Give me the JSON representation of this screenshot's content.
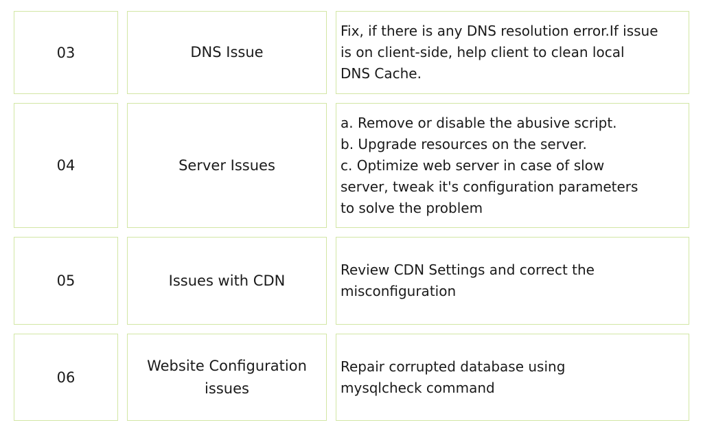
{
  "rows": [
    {
      "number": "03",
      "issue": "DNS Issue",
      "fix": [
        "Fix, if there is any DNS resolution error.If issue",
        "is on client-side, help client to clean local",
        "DNS Cache."
      ]
    },
    {
      "number": "04",
      "issue": "Server Issues",
      "fix": [
        "a. Remove or disable the abusive script.",
        "b. Upgrade resources on the server.",
        "c. Optimize web server in case of slow",
        "server, tweak it's configuration parameters",
        "to solve the problem"
      ]
    },
    {
      "number": "05",
      "issue": "Issues with CDN",
      "fix": [
        "Review CDN Settings and correct the",
        "misconfiguration"
      ]
    },
    {
      "number": "06",
      "issue": "Website Configuration issues",
      "fix": [
        "Repair corrupted database using",
        "mysqlcheck command"
      ]
    }
  ],
  "colors": {
    "border": "#d2e6a4",
    "text": "#1a1a1a"
  }
}
